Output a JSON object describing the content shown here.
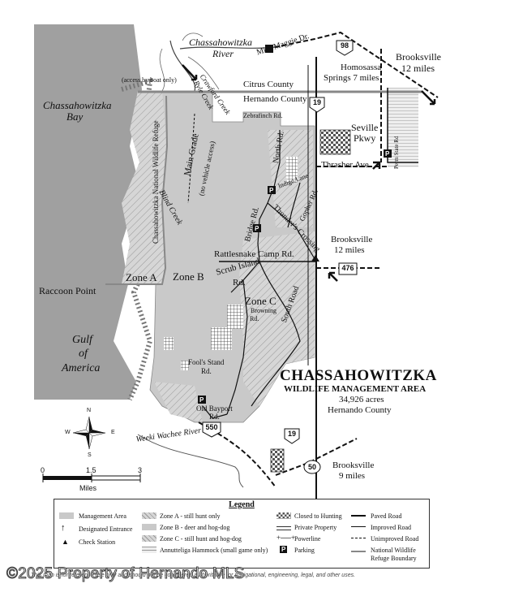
{
  "title": "CHASSAHOWITZKA",
  "subtitle": "WILDLIFE MANAGEMENT AREA",
  "acres": "34,926 acres",
  "county_name": "Hernando County",
  "places": {
    "chassahowitzka_river": "Chassahowitzka",
    "chassahowitzka_river_2": "River",
    "boat_note": "(access by boat only)",
    "bay": "Chassahowitzka",
    "bay_2": "Bay",
    "citrus_county": "Citrus County",
    "hernando_county": "Hernando County",
    "miss_maggie": "Miss Maggie Dr.",
    "homosassa": "Homosassa",
    "homosassa_2": "Springs 7 miles",
    "brooksville_top": "Brooksville",
    "brooksville_top_2": "12 miles",
    "zebrafinch": "Zebrafinch Rd.",
    "crawford_creek": "Crawford Creek",
    "ryle_creek": "Ryle Creek",
    "main_grade": "Main Grade",
    "no_vehicle": "(no vehicle access)",
    "refuge": "Chassahowitzka National Wildlife Refuge",
    "blind_creek": "Blind Creek",
    "north_rd": "North Rd.",
    "indigo": "Indigo Lane",
    "gopher": "Gopher Rd.",
    "seville": "Seville",
    "seville_2": "Pkwy",
    "thrasher": "Thrasher Ave.",
    "perm_state": "Perm State Rd",
    "bridge_rd": "Bridge Rd.",
    "thunder": "Thunder's Crossing",
    "brooksville_mid": "Brooksville",
    "brooksville_mid_2": "12 miles",
    "rattlesnake": "Rattlesnake Camp Rd.",
    "scrub_island": "Scrub Island",
    "scrub_island_2": "Rd.",
    "zone_a": "Zone A",
    "zone_b": "Zone B",
    "zone_c": "Zone C",
    "raccoon": "Raccoon Point",
    "south_road": "South Road",
    "browning": "Browning",
    "browning_2": "Rd.",
    "gulf": "Gulf",
    "gulf_2": "of",
    "gulf_3": "America",
    "fools_stand": "Fool's Stand",
    "fools_stand_2": "Rd.",
    "old_bayport": "Old Bayport",
    "old_bayport_2": "Rd.",
    "weeki_wachee": "Weeki Wachee River",
    "brooksville_bot": "Brooksville",
    "brooksville_bot_2": "9 miles"
  },
  "routes": {
    "us98": "98",
    "us19_top": "19",
    "sr476": "476",
    "sr550": "550",
    "us19_bot": "19",
    "sr50": "50"
  },
  "compass": {
    "n": "N",
    "s": "S",
    "e": "E",
    "w": "W"
  },
  "scale": {
    "ticks": [
      "0",
      "1.5",
      "3"
    ],
    "unit": "Miles"
  },
  "legend": {
    "title": "Legend",
    "items": [
      "Management Area",
      "Designated Entrance",
      "Check Station",
      "Zone A - still hunt only",
      "Zone B - deer and hog-dog",
      "Zone C - still hunt and hog-dog",
      "Annutteliga Hammock (small game only)",
      "Closed to Hunting",
      "Private Property",
      "Powerline",
      "Parking",
      "Paved Road",
      "Improved Road",
      "Unimproved Road",
      "National Wildlife",
      "Refuge Boundary"
    ]
  },
  "disclaimer": "This map is for reference use only and should not be considered authoritative for navigational, engineering, legal, and other uses.",
  "watermark": "©2025 Property of Hernando MLS",
  "colors": {
    "management": "#c9c9c9",
    "water": "#a0a0a0",
    "road": "#111111",
    "refuge_line": "#888888"
  }
}
